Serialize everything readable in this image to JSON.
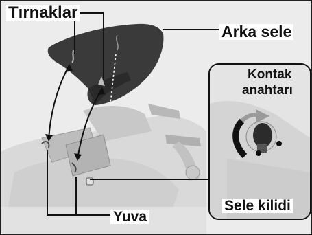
{
  "labels": {
    "tirnaklar": "Tırnaklar",
    "arka_sele": "Arka sele",
    "kontak_line1": "Kontak",
    "kontak_line2": "anahtarı",
    "sele_kilidi": "Sele kilidi",
    "yuva": "Yuva"
  },
  "colors": {
    "background": "#ffffff",
    "scene": "#e9e9e9",
    "seat": "#3a3a3a",
    "line": "#111111"
  }
}
